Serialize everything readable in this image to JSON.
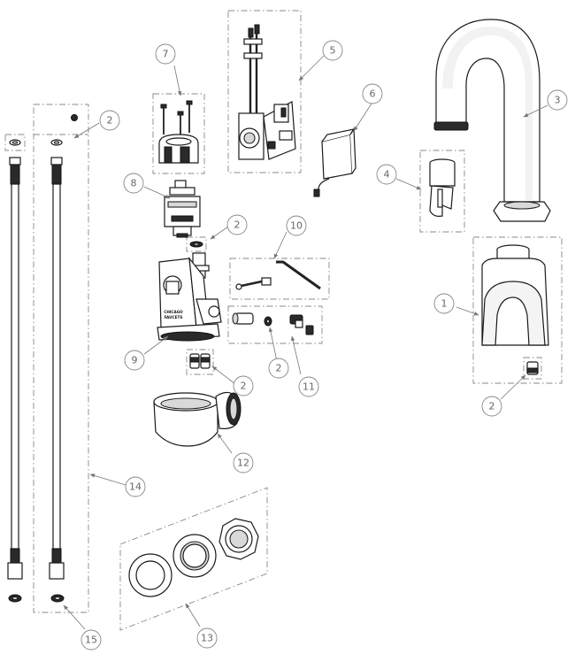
{
  "brand": {
    "line1": "CHICAGO",
    "line2": "FAUCETS"
  },
  "callouts": [
    {
      "id": "c1",
      "label": "1"
    },
    {
      "id": "c2a",
      "label": "2"
    },
    {
      "id": "c2b",
      "label": "2"
    },
    {
      "id": "c2c",
      "label": "2"
    },
    {
      "id": "c2d",
      "label": "2"
    },
    {
      "id": "c2e",
      "label": "2"
    },
    {
      "id": "c3",
      "label": "3"
    },
    {
      "id": "c4",
      "label": "4"
    },
    {
      "id": "c5",
      "label": "5"
    },
    {
      "id": "c6",
      "label": "6"
    },
    {
      "id": "c7",
      "label": "7"
    },
    {
      "id": "c8",
      "label": "8"
    },
    {
      "id": "c9",
      "label": "9"
    },
    {
      "id": "c10",
      "label": "10"
    },
    {
      "id": "c11",
      "label": "11"
    },
    {
      "id": "c12",
      "label": "12"
    },
    {
      "id": "c13",
      "label": "13"
    },
    {
      "id": "c14",
      "label": "14"
    },
    {
      "id": "c15",
      "label": "15"
    }
  ]
}
